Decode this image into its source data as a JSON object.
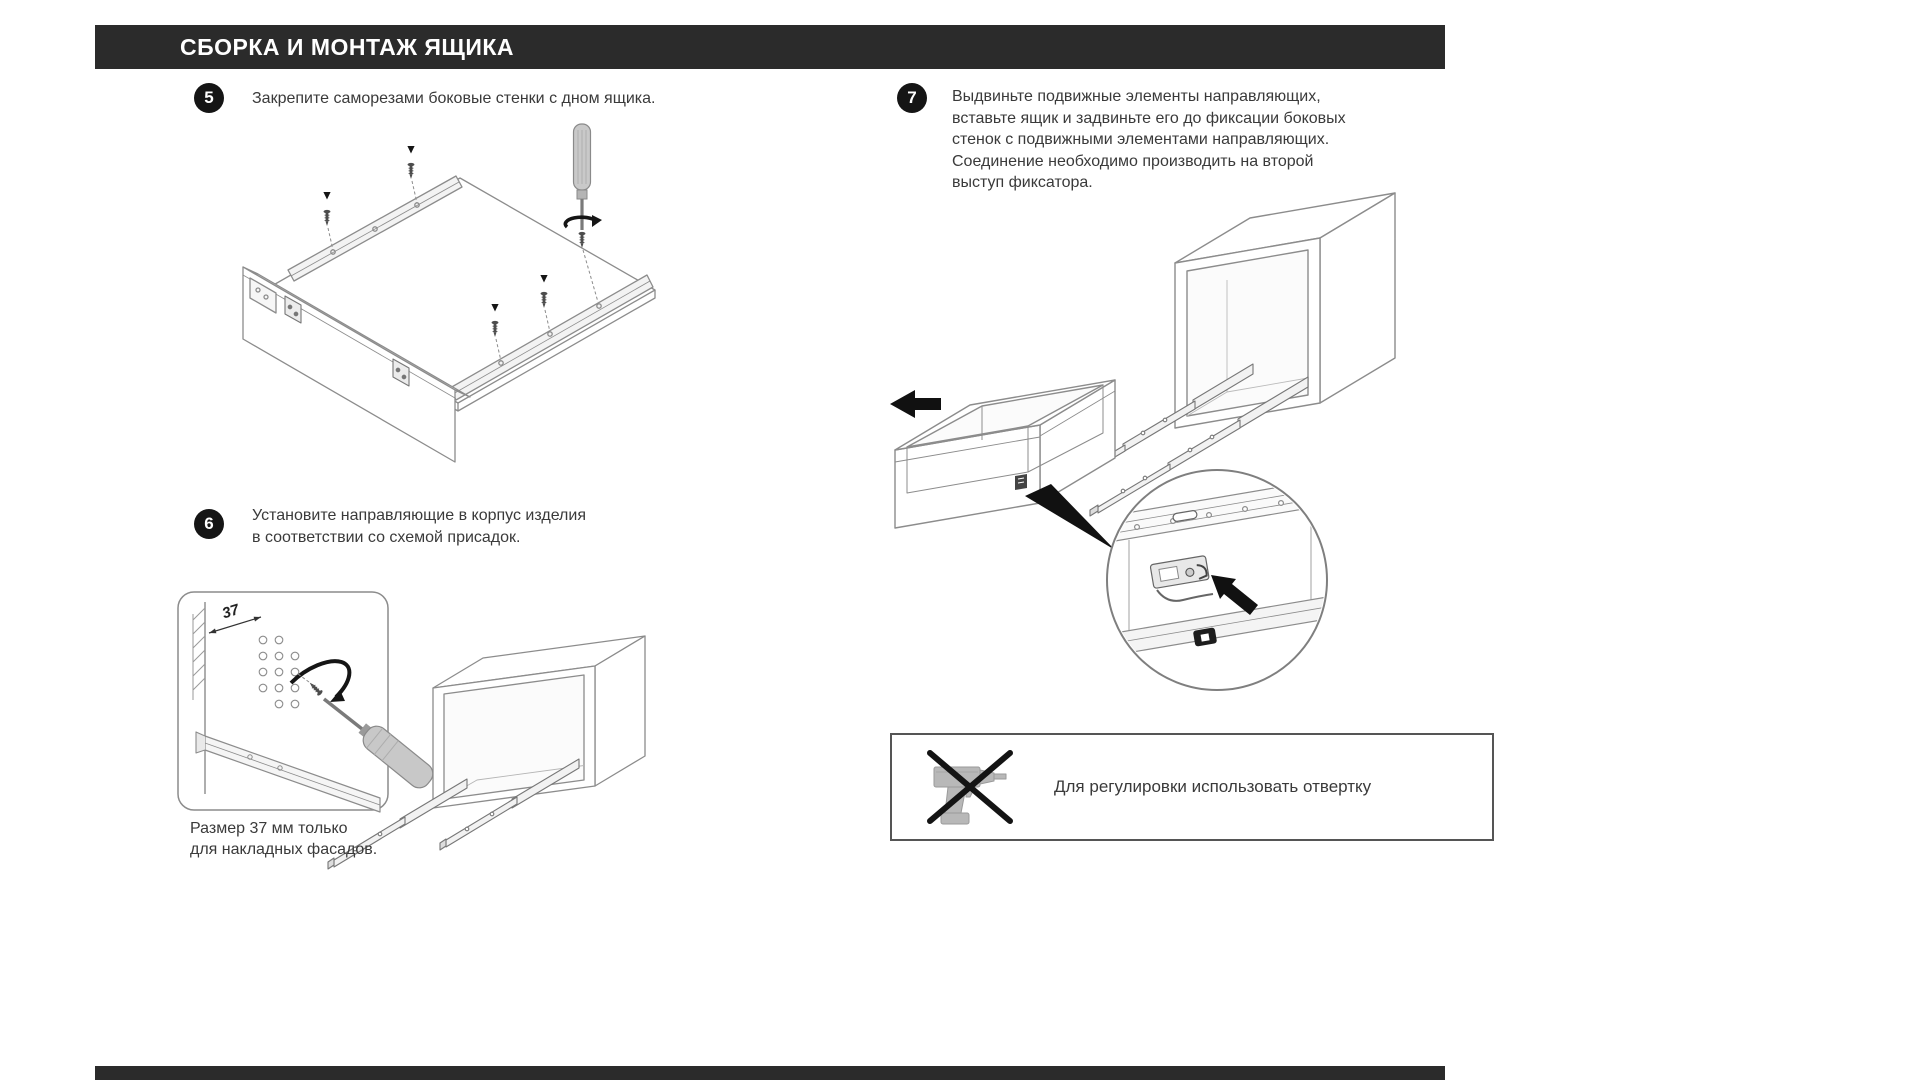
{
  "header": {
    "title": "СБОРКА И МОНТАЖ ЯЩИКА"
  },
  "steps": [
    {
      "number": "5",
      "text": "Закрепите саморезами боковые стенки с дном ящика."
    },
    {
      "number": "6",
      "text": "Установите направляющие в корпус изделия\nв соответствии со схемой присадок."
    },
    {
      "number": "7",
      "text": "Выдвиньте подвижные элементы направляющих,\nвставьте ящик и задвиньте его до фиксации боковых\nстенок с подвижными элементами направляющих.\nСоединение необходимо производить на второй\nвыступ фиксатора."
    }
  ],
  "figure6": {
    "dimension_label": "37",
    "caption": "Размер 37 мм только\nдля накладных фасадов."
  },
  "note": {
    "text": "Для регулировки использовать отвертку"
  },
  "icons": [
    "drill-crossed-icon",
    "screwdriver-icon",
    "rotation-arrow-icon",
    "pull-direction-arrow-icon",
    "press-arrow-icon"
  ],
  "colors": {
    "header_bg": "#2b2b2b",
    "badge_bg": "#151515",
    "line_gray": "#8c8c8c"
  }
}
